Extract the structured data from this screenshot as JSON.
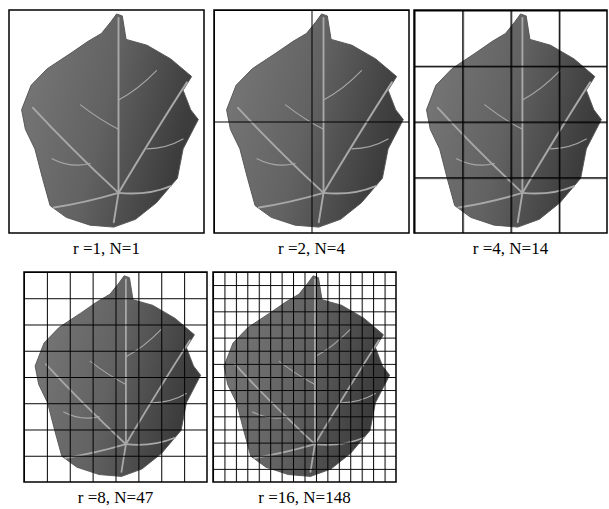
{
  "diagram": {
    "nodes": [
      {
        "text": [
          "r =1, N=1"
        ]
      },
      {
        "text": [
          "r =2, N=4"
        ]
      },
      {
        "text": [
          "r =4, N=14"
        ]
      },
      {
        "text": [
          "r =8, N=47"
        ]
      },
      {
        "text": [
          "r =16, N=148"
        ]
      }
    ]
  }
}
